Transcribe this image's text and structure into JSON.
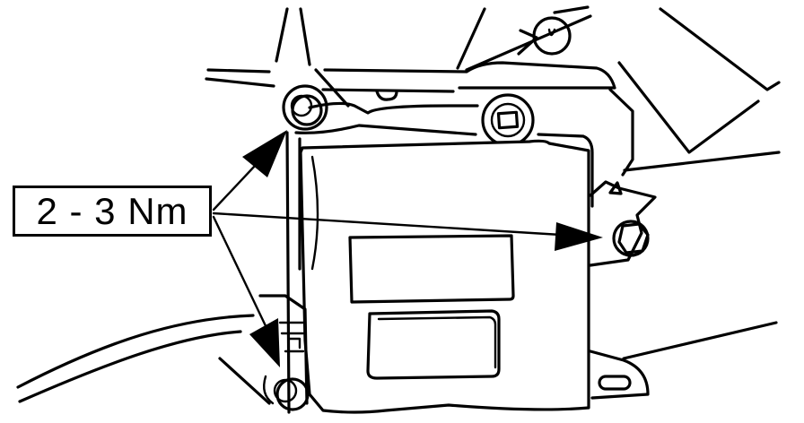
{
  "figure": {
    "type": "technical-line-drawing",
    "subject": "electronic control module mounted with three bolts",
    "callout": {
      "label": "2 - 3 Nm",
      "targets": [
        "upper-left-bolt",
        "right-side-bolt",
        "lower-left-bolt"
      ]
    },
    "colors": {
      "line": "#000000",
      "background": "#ffffff"
    }
  }
}
